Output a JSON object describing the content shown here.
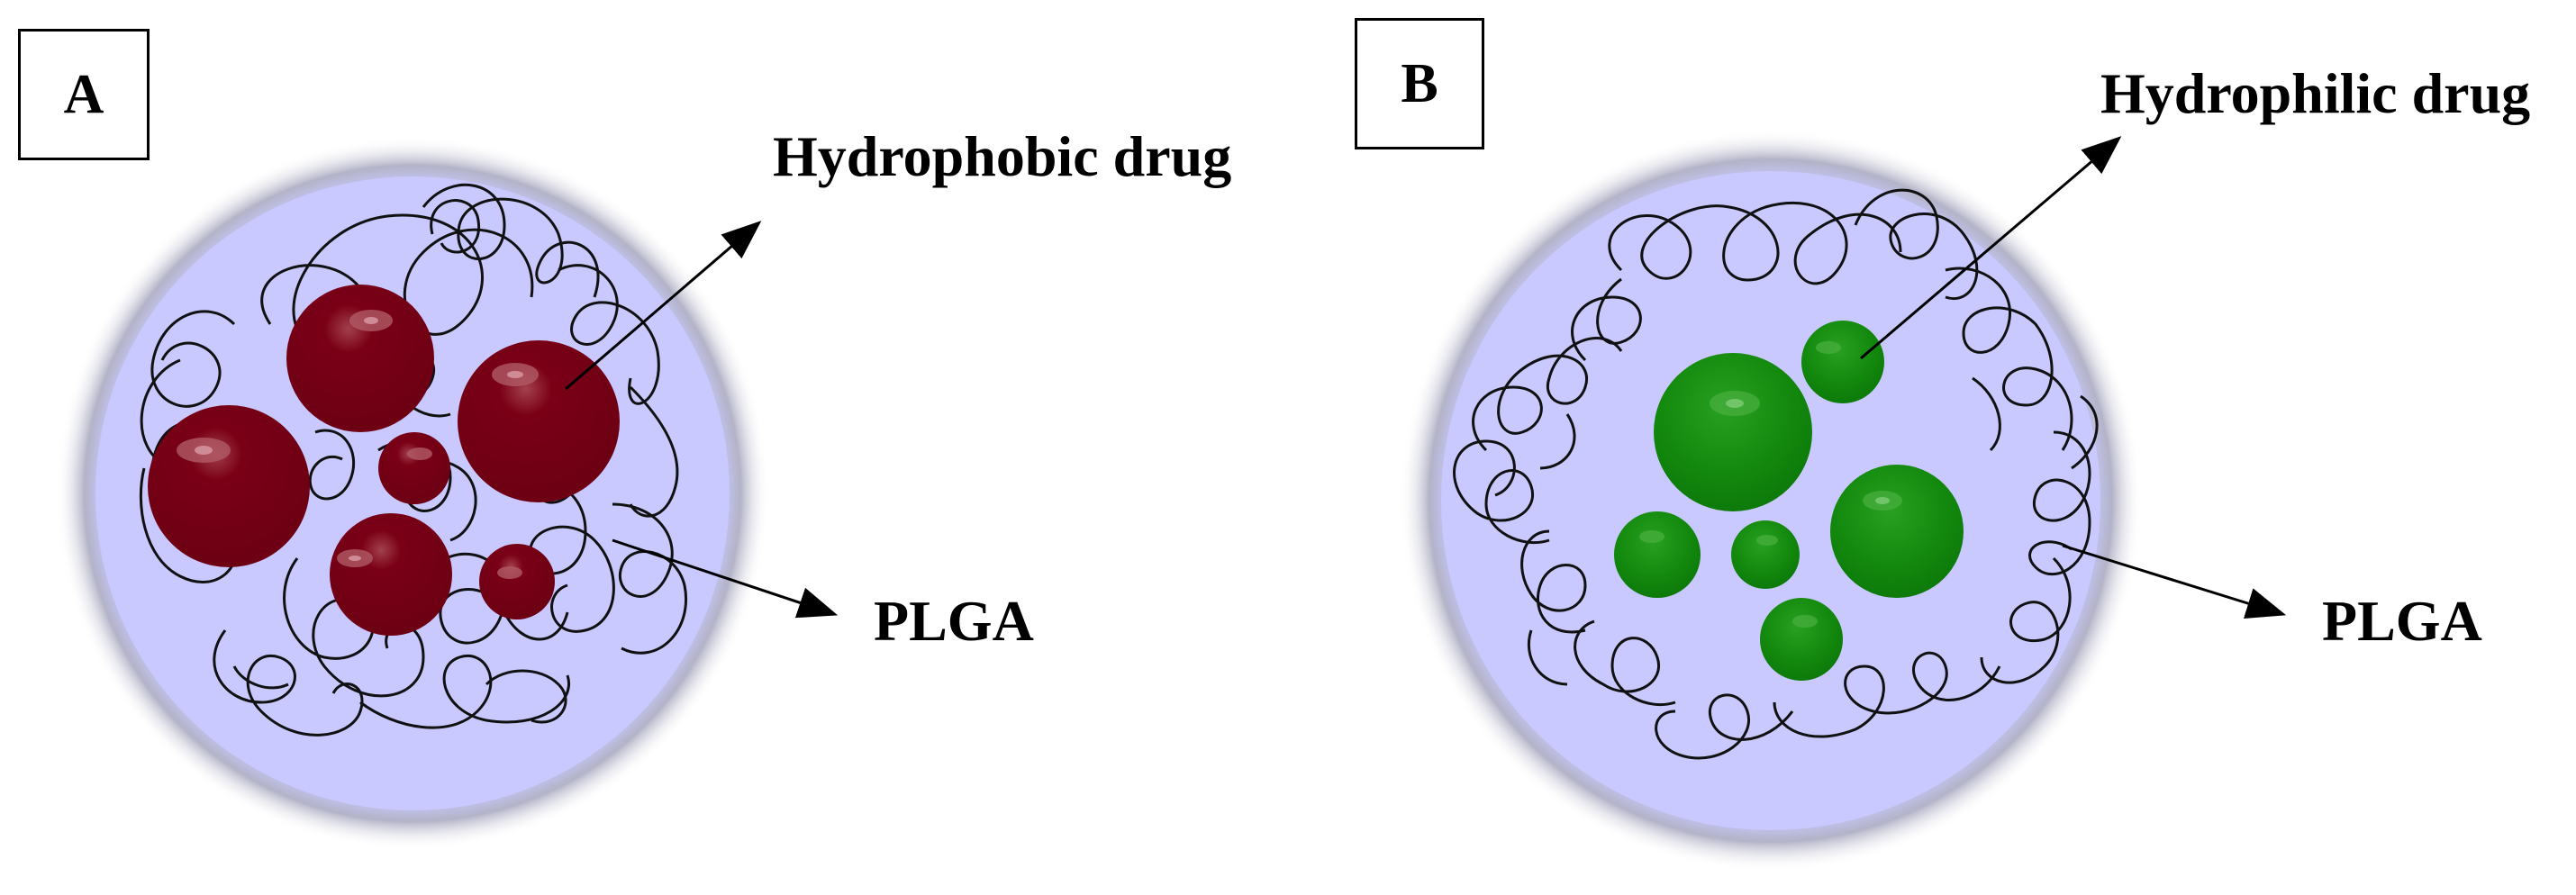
{
  "panels": {
    "a": {
      "label": "A",
      "drug_label": "Hydrophobic drug",
      "polymer_label": "PLGA",
      "drug_color": "#7a0016",
      "drug_type": "hydrophobic"
    },
    "b": {
      "label": "B",
      "drug_label": "Hydrophilic drug",
      "polymer_label": "PLGA",
      "drug_color": "#1a8a12",
      "drug_type": "hydrophilic"
    }
  },
  "colors": {
    "particle_fill": "#c9c9ff",
    "particle_rim": "#a3a3b8",
    "polymer_strand": "#111111",
    "arrow": "#000000"
  }
}
